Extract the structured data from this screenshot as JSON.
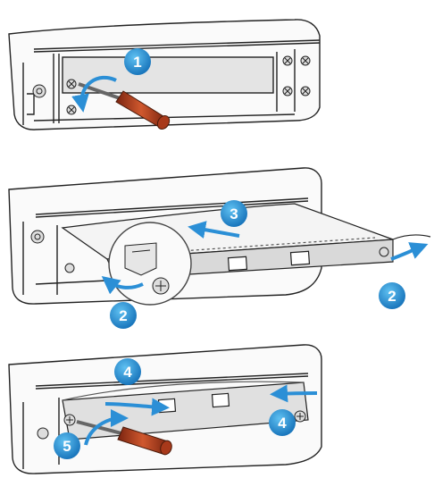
{
  "panels": [
    {
      "name": "remove-filler-panel",
      "steps": [
        "1"
      ]
    },
    {
      "name": "insert-card",
      "steps": [
        "3",
        "2",
        "2"
      ]
    },
    {
      "name": "fasten-card",
      "steps": [
        "4",
        "4",
        "5"
      ]
    }
  ],
  "colors": {
    "step_badge": "#1e8fd2",
    "arrow": "#2b8fd6",
    "screwdriver_handle": "#b8401f",
    "chassis_line": "#222222"
  }
}
